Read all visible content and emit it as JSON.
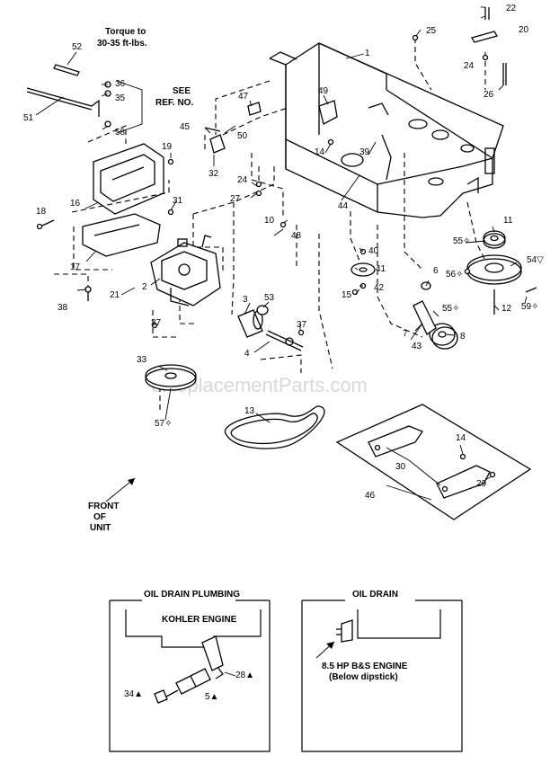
{
  "watermark": "eReplacementParts.com",
  "notes": {
    "torque": [
      "Torque to",
      "30-35 ft-lbs."
    ],
    "see_ref": [
      "SEE",
      "REF. NO."
    ],
    "front": [
      "FRONT",
      "OF",
      "UNIT"
    ]
  },
  "part_numbers": [
    {
      "id": "p1",
      "text": "1"
    },
    {
      "id": "p2",
      "text": "2"
    },
    {
      "id": "p3",
      "text": "3"
    },
    {
      "id": "p4",
      "text": "4"
    },
    {
      "id": "p5",
      "text": "5▲"
    },
    {
      "id": "p6",
      "text": "6"
    },
    {
      "id": "p7",
      "text": "7"
    },
    {
      "id": "p8",
      "text": "8"
    },
    {
      "id": "p10",
      "text": "10"
    },
    {
      "id": "p11",
      "text": "11"
    },
    {
      "id": "p12",
      "text": "12"
    },
    {
      "id": "p13",
      "text": "13"
    },
    {
      "id": "p14a",
      "text": "14"
    },
    {
      "id": "p14b",
      "text": "14"
    },
    {
      "id": "p15",
      "text": "15"
    },
    {
      "id": "p16",
      "text": "16"
    },
    {
      "id": "p17",
      "text": "17"
    },
    {
      "id": "p18",
      "text": "18"
    },
    {
      "id": "p19",
      "text": "19"
    },
    {
      "id": "p20",
      "text": "20"
    },
    {
      "id": "p21",
      "text": "21"
    },
    {
      "id": "p22",
      "text": "22"
    },
    {
      "id": "p24a",
      "text": "24"
    },
    {
      "id": "p24b",
      "text": "24"
    },
    {
      "id": "p25",
      "text": "25"
    },
    {
      "id": "p26",
      "text": "26"
    },
    {
      "id": "p27",
      "text": "27"
    },
    {
      "id": "p28",
      "text": "28▲"
    },
    {
      "id": "p29",
      "text": "29"
    },
    {
      "id": "p30",
      "text": "30"
    },
    {
      "id": "p31",
      "text": "31"
    },
    {
      "id": "p32",
      "text": "32"
    },
    {
      "id": "p33",
      "text": "33"
    },
    {
      "id": "p34",
      "text": "34▲"
    },
    {
      "id": "p35",
      "text": "35"
    },
    {
      "id": "p36",
      "text": "36"
    },
    {
      "id": "p37a",
      "text": "37"
    },
    {
      "id": "p37b",
      "text": "37"
    },
    {
      "id": "p38",
      "text": "38"
    },
    {
      "id": "p39",
      "text": "39"
    },
    {
      "id": "p40",
      "text": "40"
    },
    {
      "id": "p41",
      "text": "41"
    },
    {
      "id": "p42",
      "text": "42"
    },
    {
      "id": "p43",
      "text": "43"
    },
    {
      "id": "p44",
      "text": "44"
    },
    {
      "id": "p45",
      "text": "45"
    },
    {
      "id": "p46",
      "text": "46"
    },
    {
      "id": "p47",
      "text": "47"
    },
    {
      "id": "p48",
      "text": "48"
    },
    {
      "id": "p49",
      "text": "49"
    },
    {
      "id": "p50",
      "text": "50"
    },
    {
      "id": "p51",
      "text": "51"
    },
    {
      "id": "p52",
      "text": "52"
    },
    {
      "id": "p53",
      "text": "53"
    },
    {
      "id": "p54",
      "text": "54▽"
    },
    {
      "id": "p55a",
      "text": "55✧"
    },
    {
      "id": "p55b",
      "text": "55✧"
    },
    {
      "id": "p56",
      "text": "56✧"
    },
    {
      "id": "p57",
      "text": "57✧"
    },
    {
      "id": "p58",
      "text": "58"
    },
    {
      "id": "p59",
      "text": "59✧"
    }
  ],
  "inset_left": {
    "title": "OIL DRAIN PLUMBING",
    "subtitle": "KOHLER ENGINE"
  },
  "inset_right": {
    "title": "OIL DRAIN",
    "caption": [
      "8.5 HP B&S ENGINE",
      "(Below dipstick)"
    ]
  }
}
